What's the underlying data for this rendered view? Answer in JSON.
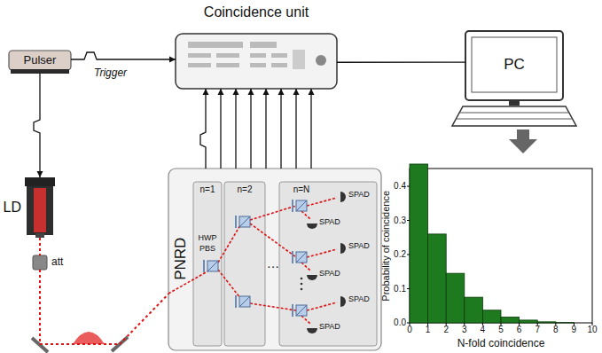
{
  "diagram": {
    "nodes": [
      {
        "text": [
          "Pulser"
        ]
      },
      {
        "text": [
          "Coincidence unit"
        ]
      },
      {
        "text": [
          "PC"
        ]
      },
      {
        "text": [
          "LD"
        ]
      },
      {
        "text": [
          "att"
        ]
      },
      {
        "text": [
          "PNRD"
        ]
      },
      {
        "text": [
          "n=1",
          "HWP",
          "PBS"
        ],
        "in": 5
      },
      {
        "text": [
          "n=2"
        ],
        "in": 5
      },
      {
        "text": [
          "n=N",
          "SPAD",
          "SPAD",
          "SPAD",
          "SPAD",
          "SPAD",
          "SPAD"
        ],
        "in": 5
      }
    ],
    "edges": [
      {
        "from": 0,
        "to": 1,
        "arrow": "to",
        "label": "Trigger"
      },
      {
        "from": 0,
        "to": 3,
        "arrow": "to"
      },
      {
        "from": 1,
        "to": 2,
        "arrow": "none"
      },
      {
        "from": 3,
        "to": 4,
        "arrow": "none"
      },
      {
        "from": 4,
        "to": 5,
        "arrow": "none"
      },
      {
        "from": 5,
        "to": 1,
        "arrow": "to"
      },
      {
        "from": 5,
        "to": 1,
        "arrow": "to"
      },
      {
        "from": 5,
        "to": 1,
        "arrow": "to"
      },
      {
        "from": 5,
        "to": 1,
        "arrow": "to"
      },
      {
        "from": 5,
        "to": 1,
        "arrow": "to"
      },
      {
        "from": 5,
        "to": 1,
        "arrow": "to"
      },
      {
        "from": 5,
        "to": 1,
        "arrow": "to"
      },
      {
        "from": 5,
        "to": 1,
        "arrow": "to"
      }
    ],
    "labels": [
      "···",
      "Probability of coincidence",
      "N-fold coincidence",
      "0.0",
      "0.1",
      "0.2",
      "0.3",
      "0.4",
      "0",
      "1",
      "2",
      "3",
      "4",
      "5",
      "6",
      "7",
      "8",
      "9",
      "10"
    ]
  }
}
